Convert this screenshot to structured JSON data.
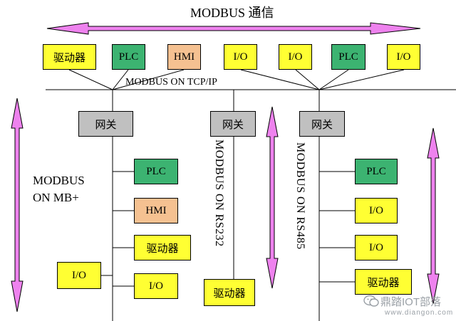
{
  "title": "MODBUS 通信",
  "bus_top_label": "MODBUS ON TCP/IP",
  "mbplus_label_line1": "MODBUS",
  "mbplus_label_line2": "ON MB+",
  "rs232_label": "MODBUS ON RS232",
  "rs485_label": "MODBUS ON RS485",
  "top_devices": [
    {
      "label": "驱动器",
      "color": "#ffff33"
    },
    {
      "label": "PLC",
      "color": "#3cb371"
    },
    {
      "label": "HMI",
      "color": "#f5c191"
    },
    {
      "label": "I/O",
      "color": "#ffff33"
    },
    {
      "label": "I/O",
      "color": "#ffff33"
    },
    {
      "label": "PLC",
      "color": "#3cb371"
    },
    {
      "label": "I/O",
      "color": "#ffff33"
    }
  ],
  "gateways": [
    {
      "label": "网关"
    },
    {
      "label": "网关"
    },
    {
      "label": "网关"
    }
  ],
  "mbplus_devices": [
    {
      "label": "PLC",
      "color": "#3cb371"
    },
    {
      "label": "HMI",
      "color": "#f5c191"
    },
    {
      "label": "驱动器",
      "color": "#ffff33"
    },
    {
      "label": "I/O",
      "color": "#ffff33"
    },
    {
      "label": "I/O",
      "color": "#ffff33"
    }
  ],
  "rs232_devices": [
    {
      "label": "驱动器",
      "color": "#ffff33"
    }
  ],
  "rs485_devices": [
    {
      "label": "PLC",
      "color": "#3cb371"
    },
    {
      "label": "I/O",
      "color": "#ffff33"
    },
    {
      "label": "I/O",
      "color": "#ffff33"
    },
    {
      "label": "驱动器",
      "color": "#ffff33"
    }
  ],
  "colors": {
    "arrow_fill": "#ee82ee",
    "gateway_fill": "#c0c0c0",
    "line": "#000000"
  },
  "watermark": {
    "brand": "鼎踏IOT部落",
    "url": "www.diangon.com"
  }
}
